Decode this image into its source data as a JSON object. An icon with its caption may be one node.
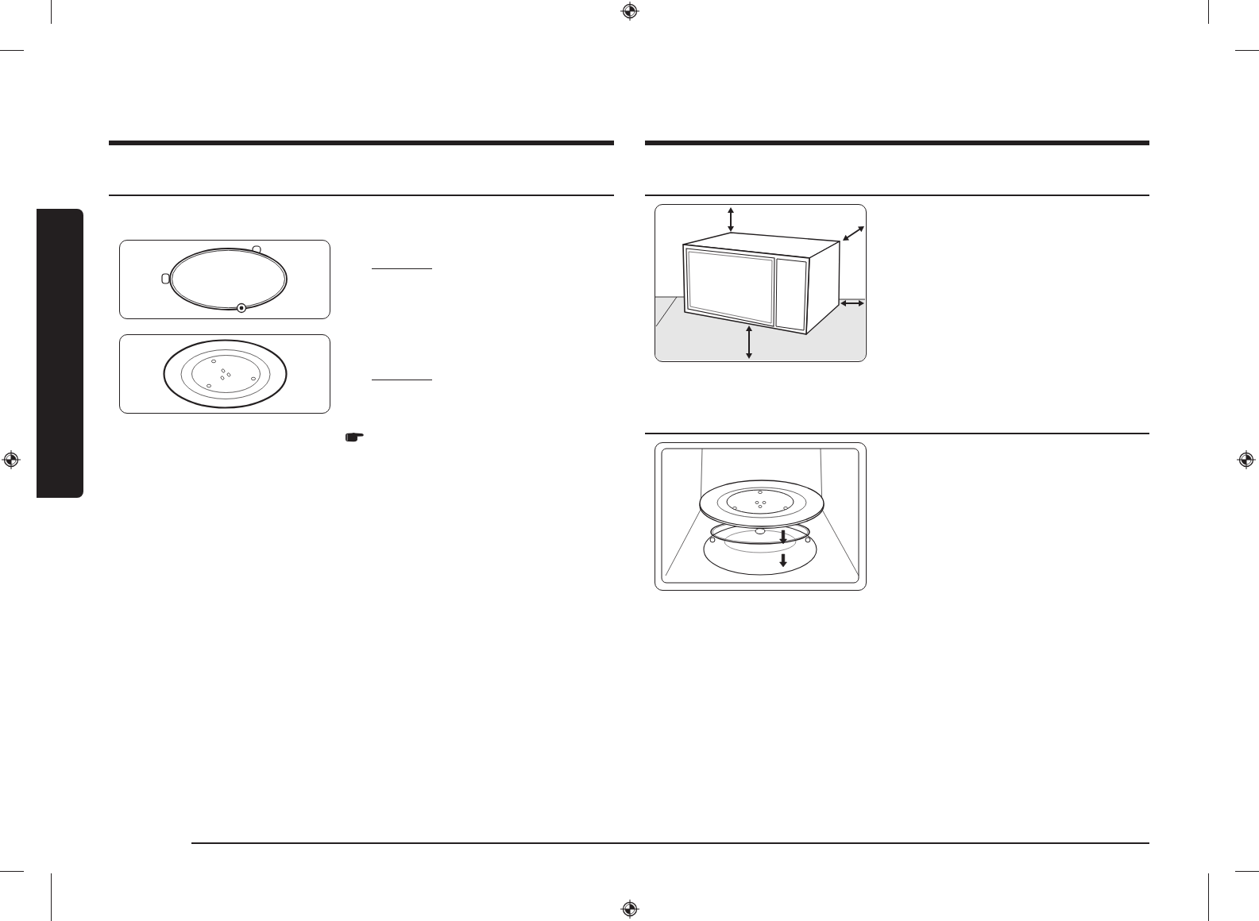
{
  "diagram": {
    "nodes": [
      {
        "text": [],
        "shape": "bar"
      },
      {
        "text": [],
        "shape": "picture"
      },
      {
        "text": [],
        "shape": "picture"
      },
      {
        "text": [],
        "shape": "picture"
      },
      {
        "text": [],
        "shape": "picture"
      }
    ]
  }
}
